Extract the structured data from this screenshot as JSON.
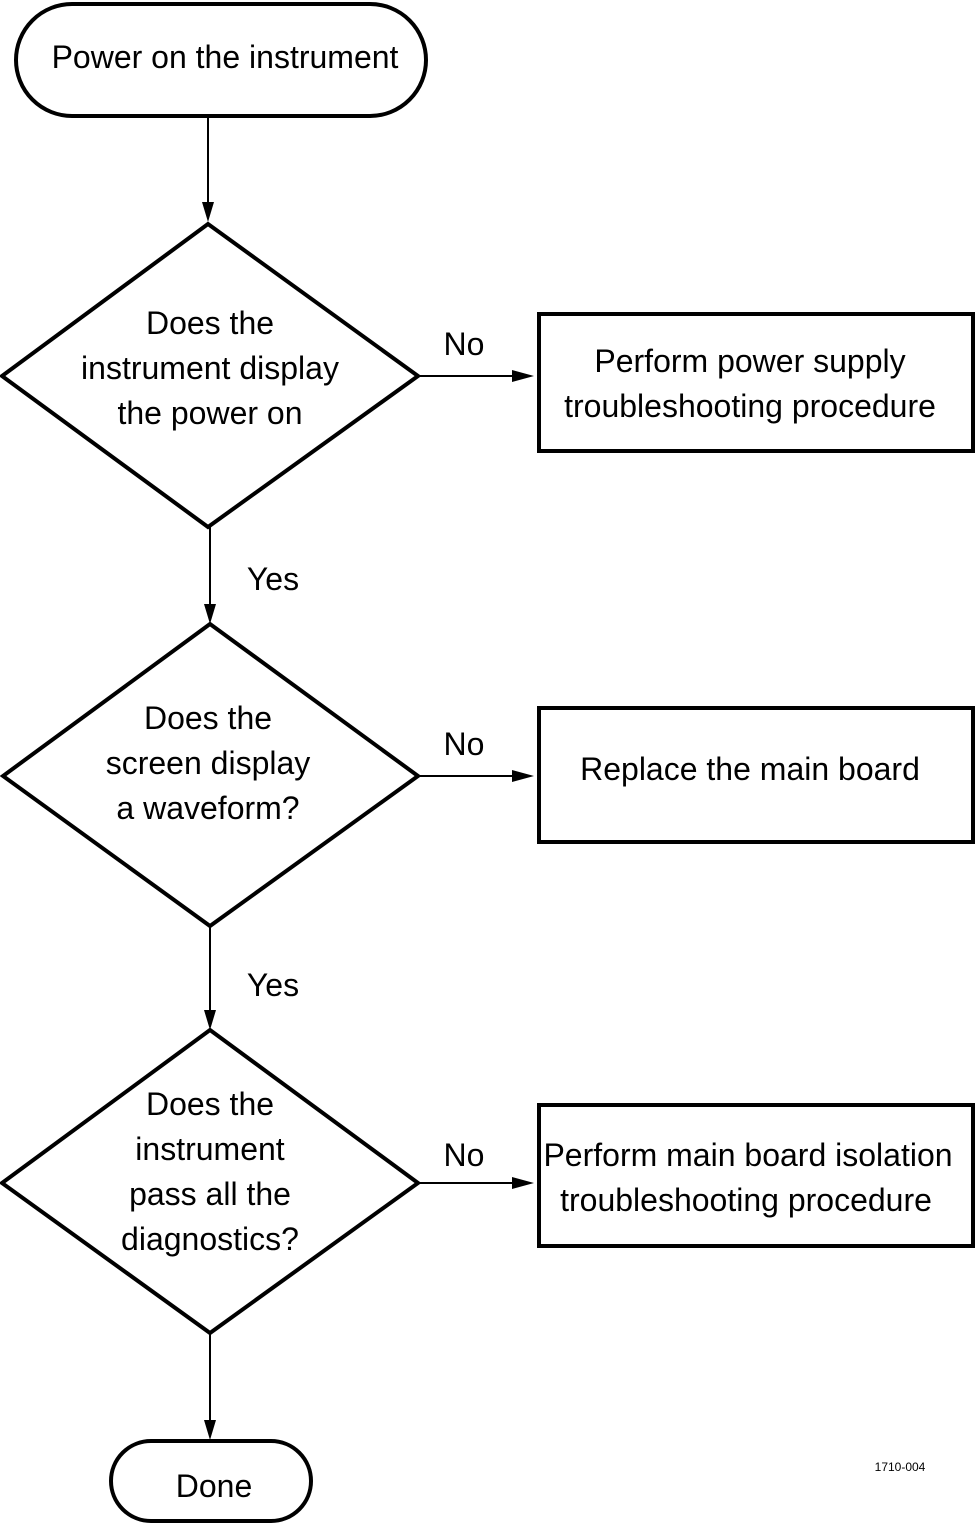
{
  "nodes": {
    "start": {
      "type": "terminator",
      "lines": [
        "Power on the instrument"
      ]
    },
    "decision_power": {
      "type": "decision",
      "lines": [
        "Does the",
        "instrument display",
        "the power on"
      ]
    },
    "action_power_supply": {
      "type": "process",
      "lines": [
        "Perform power supply",
        "troubleshooting procedure"
      ]
    },
    "decision_waveform": {
      "type": "decision",
      "lines": [
        "Does the",
        "screen display",
        "a waveform?"
      ]
    },
    "action_replace_board": {
      "type": "process",
      "lines": [
        "Replace the main board"
      ]
    },
    "decision_diagnostics": {
      "type": "decision",
      "lines": [
        "Does the",
        "instrument",
        "pass all the",
        "diagnostics?"
      ]
    },
    "action_isolation": {
      "type": "process",
      "lines": [
        "Perform main board isolation",
        "troubleshooting procedure"
      ]
    },
    "end": {
      "type": "terminator",
      "lines": [
        "Done"
      ]
    }
  },
  "edges": [
    {
      "from": "start",
      "to": "decision_power",
      "label": ""
    },
    {
      "from": "decision_power",
      "to": "action_power_supply",
      "label": "No"
    },
    {
      "from": "decision_power",
      "to": "decision_waveform",
      "label": "Yes"
    },
    {
      "from": "decision_waveform",
      "to": "action_replace_board",
      "label": "No"
    },
    {
      "from": "decision_waveform",
      "to": "decision_diagnostics",
      "label": "Yes"
    },
    {
      "from": "decision_diagnostics",
      "to": "action_isolation",
      "label": "No"
    },
    {
      "from": "decision_diagnostics",
      "to": "end",
      "label": ""
    }
  ],
  "figure_id": "1710-004"
}
